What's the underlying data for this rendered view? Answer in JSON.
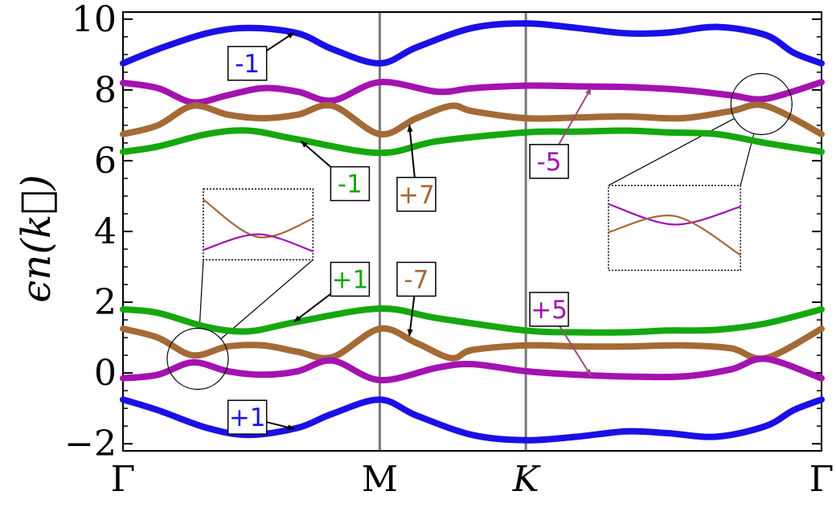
{
  "chart_data": {
    "type": "line",
    "ylabel": "ϵn(k⃗)",
    "xlim": [
      0,
      1
    ],
    "ylim": [
      -2.2,
      10.2
    ],
    "yticks": [
      -2,
      0,
      2,
      4,
      6,
      8,
      10
    ],
    "ytick_labels": [
      "−2",
      "0",
      "2",
      "4",
      "6",
      "8",
      "10"
    ],
    "xticks": [
      {
        "x": 0,
        "label": "Γ",
        "italic": false
      },
      {
        "x": 0.3676,
        "label": "M",
        "italic": false
      },
      {
        "x": 0.5767,
        "label": "K",
        "italic": true
      },
      {
        "x": 1,
        "label": "Γ",
        "italic": false
      }
    ],
    "grid": false,
    "series": [
      {
        "color": "#1a10e6",
        "x": [
          0,
          0.05,
          0.12,
          0.18,
          0.25,
          0.3,
          0.3676,
          0.42,
          0.5,
          0.5767,
          0.65,
          0.72,
          0.78,
          0.85,
          0.92,
          0.96,
          1.0
        ],
        "y": [
          8.75,
          9.15,
          9.6,
          9.75,
          9.6,
          9.15,
          8.75,
          9.2,
          9.75,
          9.88,
          9.75,
          9.6,
          9.62,
          9.78,
          9.55,
          9.05,
          8.75
        ]
      },
      {
        "color": "#1a10e6",
        "x": [
          0,
          0.05,
          0.12,
          0.18,
          0.25,
          0.3,
          0.3676,
          0.42,
          0.5,
          0.5767,
          0.65,
          0.72,
          0.78,
          0.85,
          0.92,
          0.96,
          1.0
        ],
        "y": [
          -0.75,
          -1.05,
          -1.55,
          -1.75,
          -1.55,
          -1.15,
          -0.75,
          -1.2,
          -1.75,
          -1.9,
          -1.8,
          -1.65,
          -1.7,
          -1.8,
          -1.5,
          -1.05,
          -0.75
        ]
      },
      {
        "color": "#a412b1",
        "x": [
          0,
          0.05,
          0.1,
          0.15,
          0.2,
          0.25,
          0.3,
          0.3676,
          0.45,
          0.5,
          0.5767,
          0.65,
          0.72,
          0.8,
          0.87,
          0.92,
          1.0
        ],
        "y": [
          8.2,
          8.05,
          7.65,
          7.85,
          8.05,
          7.95,
          7.7,
          8.22,
          7.95,
          8.05,
          8.12,
          8.1,
          8.08,
          8.0,
          7.85,
          7.75,
          8.22
        ]
      },
      {
        "color": "#a46a36",
        "x": [
          0,
          0.05,
          0.1,
          0.15,
          0.2,
          0.25,
          0.3,
          0.3676,
          0.42,
          0.47,
          0.5,
          0.5767,
          0.65,
          0.72,
          0.8,
          0.87,
          0.92,
          1.0
        ],
        "y": [
          6.75,
          7.0,
          7.55,
          7.3,
          7.2,
          7.3,
          7.55,
          6.75,
          7.2,
          7.55,
          7.4,
          7.2,
          7.22,
          7.25,
          7.2,
          7.4,
          7.55,
          6.75
        ]
      },
      {
        "color": "#14a80e",
        "x": [
          0,
          0.05,
          0.12,
          0.18,
          0.25,
          0.3676,
          0.45,
          0.5767,
          0.65,
          0.72,
          0.78,
          0.85,
          0.92,
          1.0
        ],
        "y": [
          6.25,
          6.4,
          6.75,
          6.85,
          6.6,
          6.22,
          6.55,
          6.8,
          6.82,
          6.85,
          6.8,
          6.75,
          6.5,
          6.25
        ]
      },
      {
        "color": "#14a80e",
        "x": [
          0,
          0.05,
          0.12,
          0.18,
          0.25,
          0.3676,
          0.45,
          0.5767,
          0.65,
          0.72,
          0.78,
          0.85,
          0.92,
          1.0
        ],
        "y": [
          1.8,
          1.7,
          1.3,
          1.18,
          1.45,
          1.82,
          1.55,
          1.2,
          1.15,
          1.15,
          1.2,
          1.22,
          1.4,
          1.8
        ]
      },
      {
        "color": "#a46a36",
        "x": [
          0,
          0.05,
          0.1,
          0.15,
          0.2,
          0.25,
          0.3,
          0.3676,
          0.42,
          0.47,
          0.5,
          0.5767,
          0.65,
          0.72,
          0.8,
          0.87,
          0.92,
          1.0
        ],
        "y": [
          1.25,
          1.0,
          0.5,
          0.75,
          0.78,
          0.6,
          0.45,
          1.25,
          0.85,
          0.42,
          0.65,
          0.78,
          0.75,
          0.75,
          0.78,
          0.7,
          0.42,
          1.25
        ]
      },
      {
        "color": "#a412b1",
        "x": [
          0,
          0.05,
          0.1,
          0.15,
          0.2,
          0.25,
          0.3,
          0.3676,
          0.45,
          0.5,
          0.5767,
          0.65,
          0.72,
          0.8,
          0.87,
          0.92,
          1.0
        ],
        "y": [
          -0.15,
          -0.05,
          0.3,
          0.05,
          -0.05,
          0.05,
          0.35,
          -0.2,
          0.15,
          0.25,
          0.05,
          -0.05,
          -0.1,
          -0.1,
          0.1,
          0.4,
          -0.15
        ]
      }
    ],
    "annotations": [
      {
        "text": "-1",
        "color": "#1a10e6",
        "arrow_color": "#000000",
        "box_x": 0.178,
        "box_y": 8.75,
        "tip_x": 0.245,
        "tip_y": 9.62
      },
      {
        "text": "+1",
        "color": "#1a10e6",
        "arrow_color": "#000000",
        "box_x": 0.178,
        "box_y": -1.25,
        "tip_x": 0.245,
        "tip_y": -1.58
      },
      {
        "text": "-1",
        "color": "#14a80e",
        "arrow_color": "#000000",
        "box_x": 0.325,
        "box_y": 5.35,
        "tip_x": 0.255,
        "tip_y": 6.55
      },
      {
        "text": "+1",
        "color": "#14a80e",
        "arrow_color": "#000000",
        "box_x": 0.325,
        "box_y": 2.65,
        "tip_x": 0.245,
        "tip_y": 1.45
      },
      {
        "text": "+7",
        "color": "#a46a36",
        "arrow_color": "#000000",
        "box_x": 0.42,
        "box_y": 5.05,
        "tip_x": 0.41,
        "tip_y": 7.0
      },
      {
        "text": "-7",
        "color": "#a46a36",
        "arrow_color": "#000000",
        "box_x": 0.42,
        "box_y": 2.65,
        "tip_x": 0.41,
        "tip_y": 1.05
      },
      {
        "text": "-5",
        "color": "#a412b1",
        "arrow_color": "#9b4a7c",
        "box_x": 0.61,
        "box_y": 5.98,
        "tip_x": 0.67,
        "tip_y": 8.05
      },
      {
        "text": "+5",
        "color": "#a412b1",
        "arrow_color": "#9b4a7c",
        "box_x": 0.61,
        "box_y": 1.8,
        "tip_x": 0.67,
        "tip_y": -0.08
      }
    ],
    "zooms": [
      {
        "center_x": 0.107,
        "center_y": 0.4,
        "inset_x": [
          0.115,
          0.272
        ],
        "inset_y": [
          3.2,
          5.2
        ],
        "curves": [
          {
            "color": "#a46a36",
            "x": [
              0,
              0.5,
              1
            ],
            "y": [
              0.85,
              0.32,
              0.58
            ]
          },
          {
            "color": "#a412b1",
            "x": [
              0,
              0.5,
              1
            ],
            "y": [
              0.14,
              0.36,
              0.12
            ]
          }
        ]
      },
      {
        "center_x": 0.914,
        "center_y": 7.6,
        "inset_x": [
          0.695,
          0.884
        ],
        "inset_y": [
          2.9,
          5.3
        ],
        "curves": [
          {
            "color": "#a412b1",
            "x": [
              0,
              0.5,
              1
            ],
            "y": [
              0.78,
              0.54,
              0.75
            ]
          },
          {
            "color": "#a46a36",
            "x": [
              0,
              0.5,
              1
            ],
            "y": [
              0.45,
              0.64,
              0.18
            ]
          }
        ]
      }
    ]
  }
}
